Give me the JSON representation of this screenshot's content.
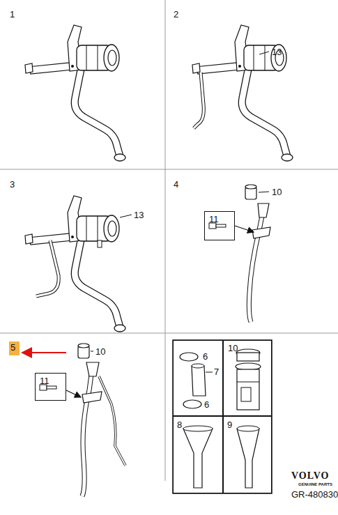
{
  "diagram": {
    "nodes": [
      {
        "text": [
          "11"
        ]
      },
      {
        "text": [
          "5"
        ]
      },
      {
        "text": [
          "11"
        ]
      },
      {
        "text": [
          "6",
          "7",
          "6"
        ]
      },
      {
        "text": [
          "10"
        ]
      },
      {
        "text": [
          "8"
        ]
      },
      {
        "text": [
          "9"
        ]
      }
    ],
    "labels": [
      "1",
      "2",
      "13",
      "3",
      "13",
      "4",
      "10",
      "10",
      "VOLVO",
      "GENUINE PARTS",
      "GR-480830"
    ]
  }
}
